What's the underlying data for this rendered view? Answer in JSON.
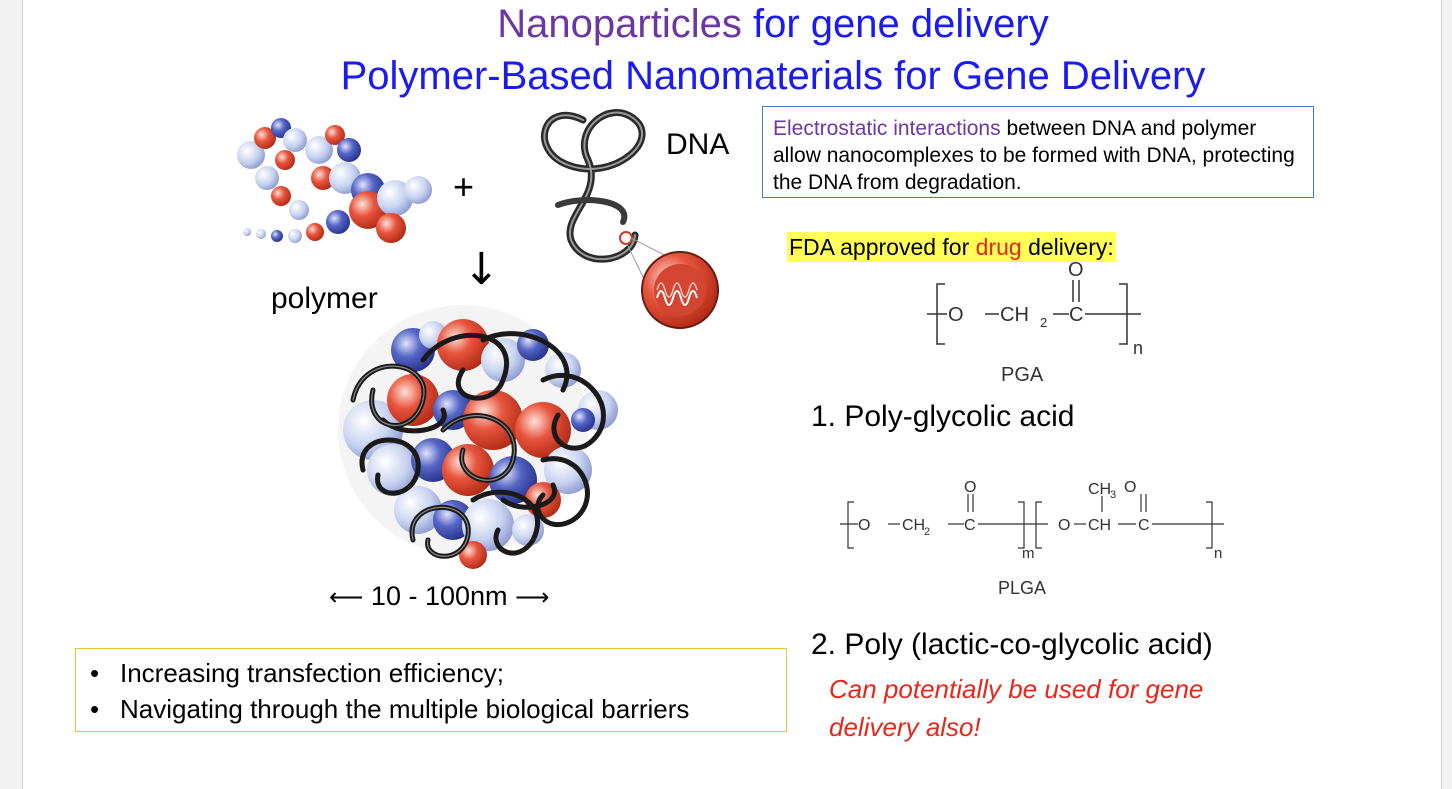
{
  "title": {
    "line1_part1": "Nanoparticles",
    "line1_part2": " for gene delivery",
    "line2": "Polymer-Based Nanomaterials for Gene Delivery"
  },
  "diagram": {
    "plus_sign": "+",
    "down_arrow": "↓",
    "dna_label": "DNA",
    "polymer_label": "polymer",
    "size_arrow_left": "⟵",
    "size_label": "10 - 100nm",
    "size_arrow_right": "⟶"
  },
  "info_box": {
    "highlight": "Electrostatic interactions",
    "rest": " between DNA and polymer allow nanocomplexes to be formed with DNA, protecting the DNA from degradation."
  },
  "fda": {
    "part1": "FDA approved for ",
    "highlight": "drug",
    "part2": " delivery:"
  },
  "pga": {
    "formula_o_top": "O",
    "formula_o": "O",
    "formula_ch2": "CH",
    "formula_sub2": "2",
    "formula_c": "C",
    "formula_n": "n",
    "abbrev": "PGA",
    "name": "1. Poly-glycolic acid"
  },
  "plga": {
    "ch3": "CH",
    "ch3_sub": "3",
    "o_top1": "O",
    "o_top2": "O",
    "o1": "O",
    "ch2": "CH",
    "sub2": "2",
    "c1": "C",
    "m": "m",
    "o2": "O",
    "ch": "CH",
    "c2": "C",
    "n": "n",
    "abbrev": "PLGA",
    "name": "2. Poly (lactic-co-glycolic acid)"
  },
  "bullets": [
    "Increasing transfection efficiency;",
    "Navigating through the multiple biological barriers"
  ],
  "note": "Can potentially be used for gene delivery also!",
  "colors": {
    "title_purple": "#6b38a3",
    "title_blue": "#1a1af2",
    "highlight_yellow": "#ffff55",
    "red": "#e8261c",
    "sphere_red": "#e8553e",
    "sphere_blue": "#5566c6",
    "sphere_light": "#c8d2f0"
  }
}
